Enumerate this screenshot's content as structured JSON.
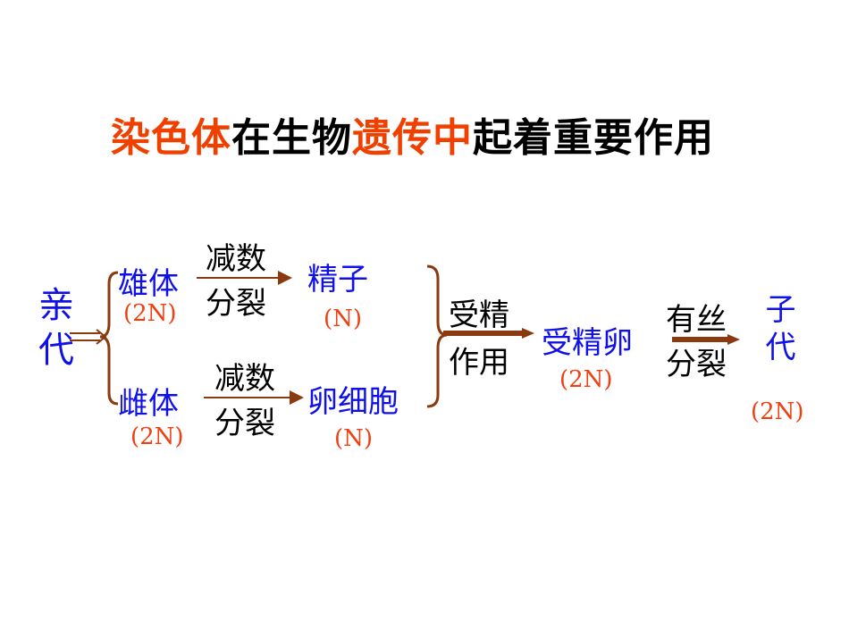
{
  "title": {
    "segments": [
      {
        "text": "染色体",
        "color": "#f04000"
      },
      {
        "text": "在生物",
        "color": "#000000"
      },
      {
        "text": "遗传中",
        "color": "#f04000"
      },
      {
        "text": "起着重要作用",
        "color": "#000000"
      }
    ]
  },
  "diagram": {
    "parent": {
      "label": "亲代"
    },
    "male": {
      "label": "雄体",
      "ploidy": "(2N)"
    },
    "female": {
      "label": "雌体",
      "ploidy": "(2N)"
    },
    "meiosis_top": {
      "line1": "减数",
      "line2": "分裂"
    },
    "meiosis_bottom": {
      "line1": "减数",
      "line2": "分裂"
    },
    "sperm": {
      "label": "精子",
      "ploidy": "(N)"
    },
    "egg": {
      "label": "卵细胞",
      "ploidy": "(N)"
    },
    "fertilization": {
      "line1": "受精",
      "line2": "作用"
    },
    "zygote": {
      "label": "受精卵",
      "ploidy": "(2N)"
    },
    "mitosis": {
      "line1": "有丝",
      "line2": "分裂"
    },
    "offspring": {
      "label": "子代",
      "ploidy": "(2N)"
    }
  },
  "colors": {
    "organism_text": "#1010e8",
    "ploidy_text": "#f04010",
    "process_text": "#000000",
    "arrow": "#8b3a10"
  }
}
